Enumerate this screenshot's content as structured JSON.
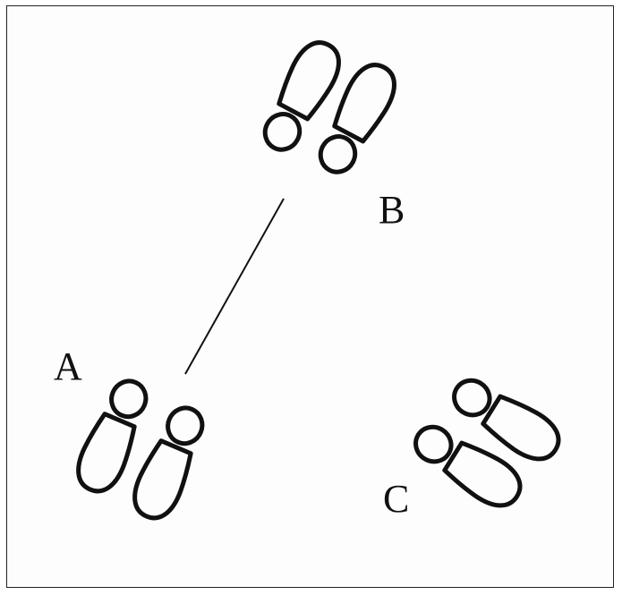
{
  "labels": {
    "a": "A",
    "b": "B",
    "c": "C"
  },
  "colors": {
    "stroke": "#111111",
    "frame": "#222222",
    "background": "#fdfdfd"
  }
}
